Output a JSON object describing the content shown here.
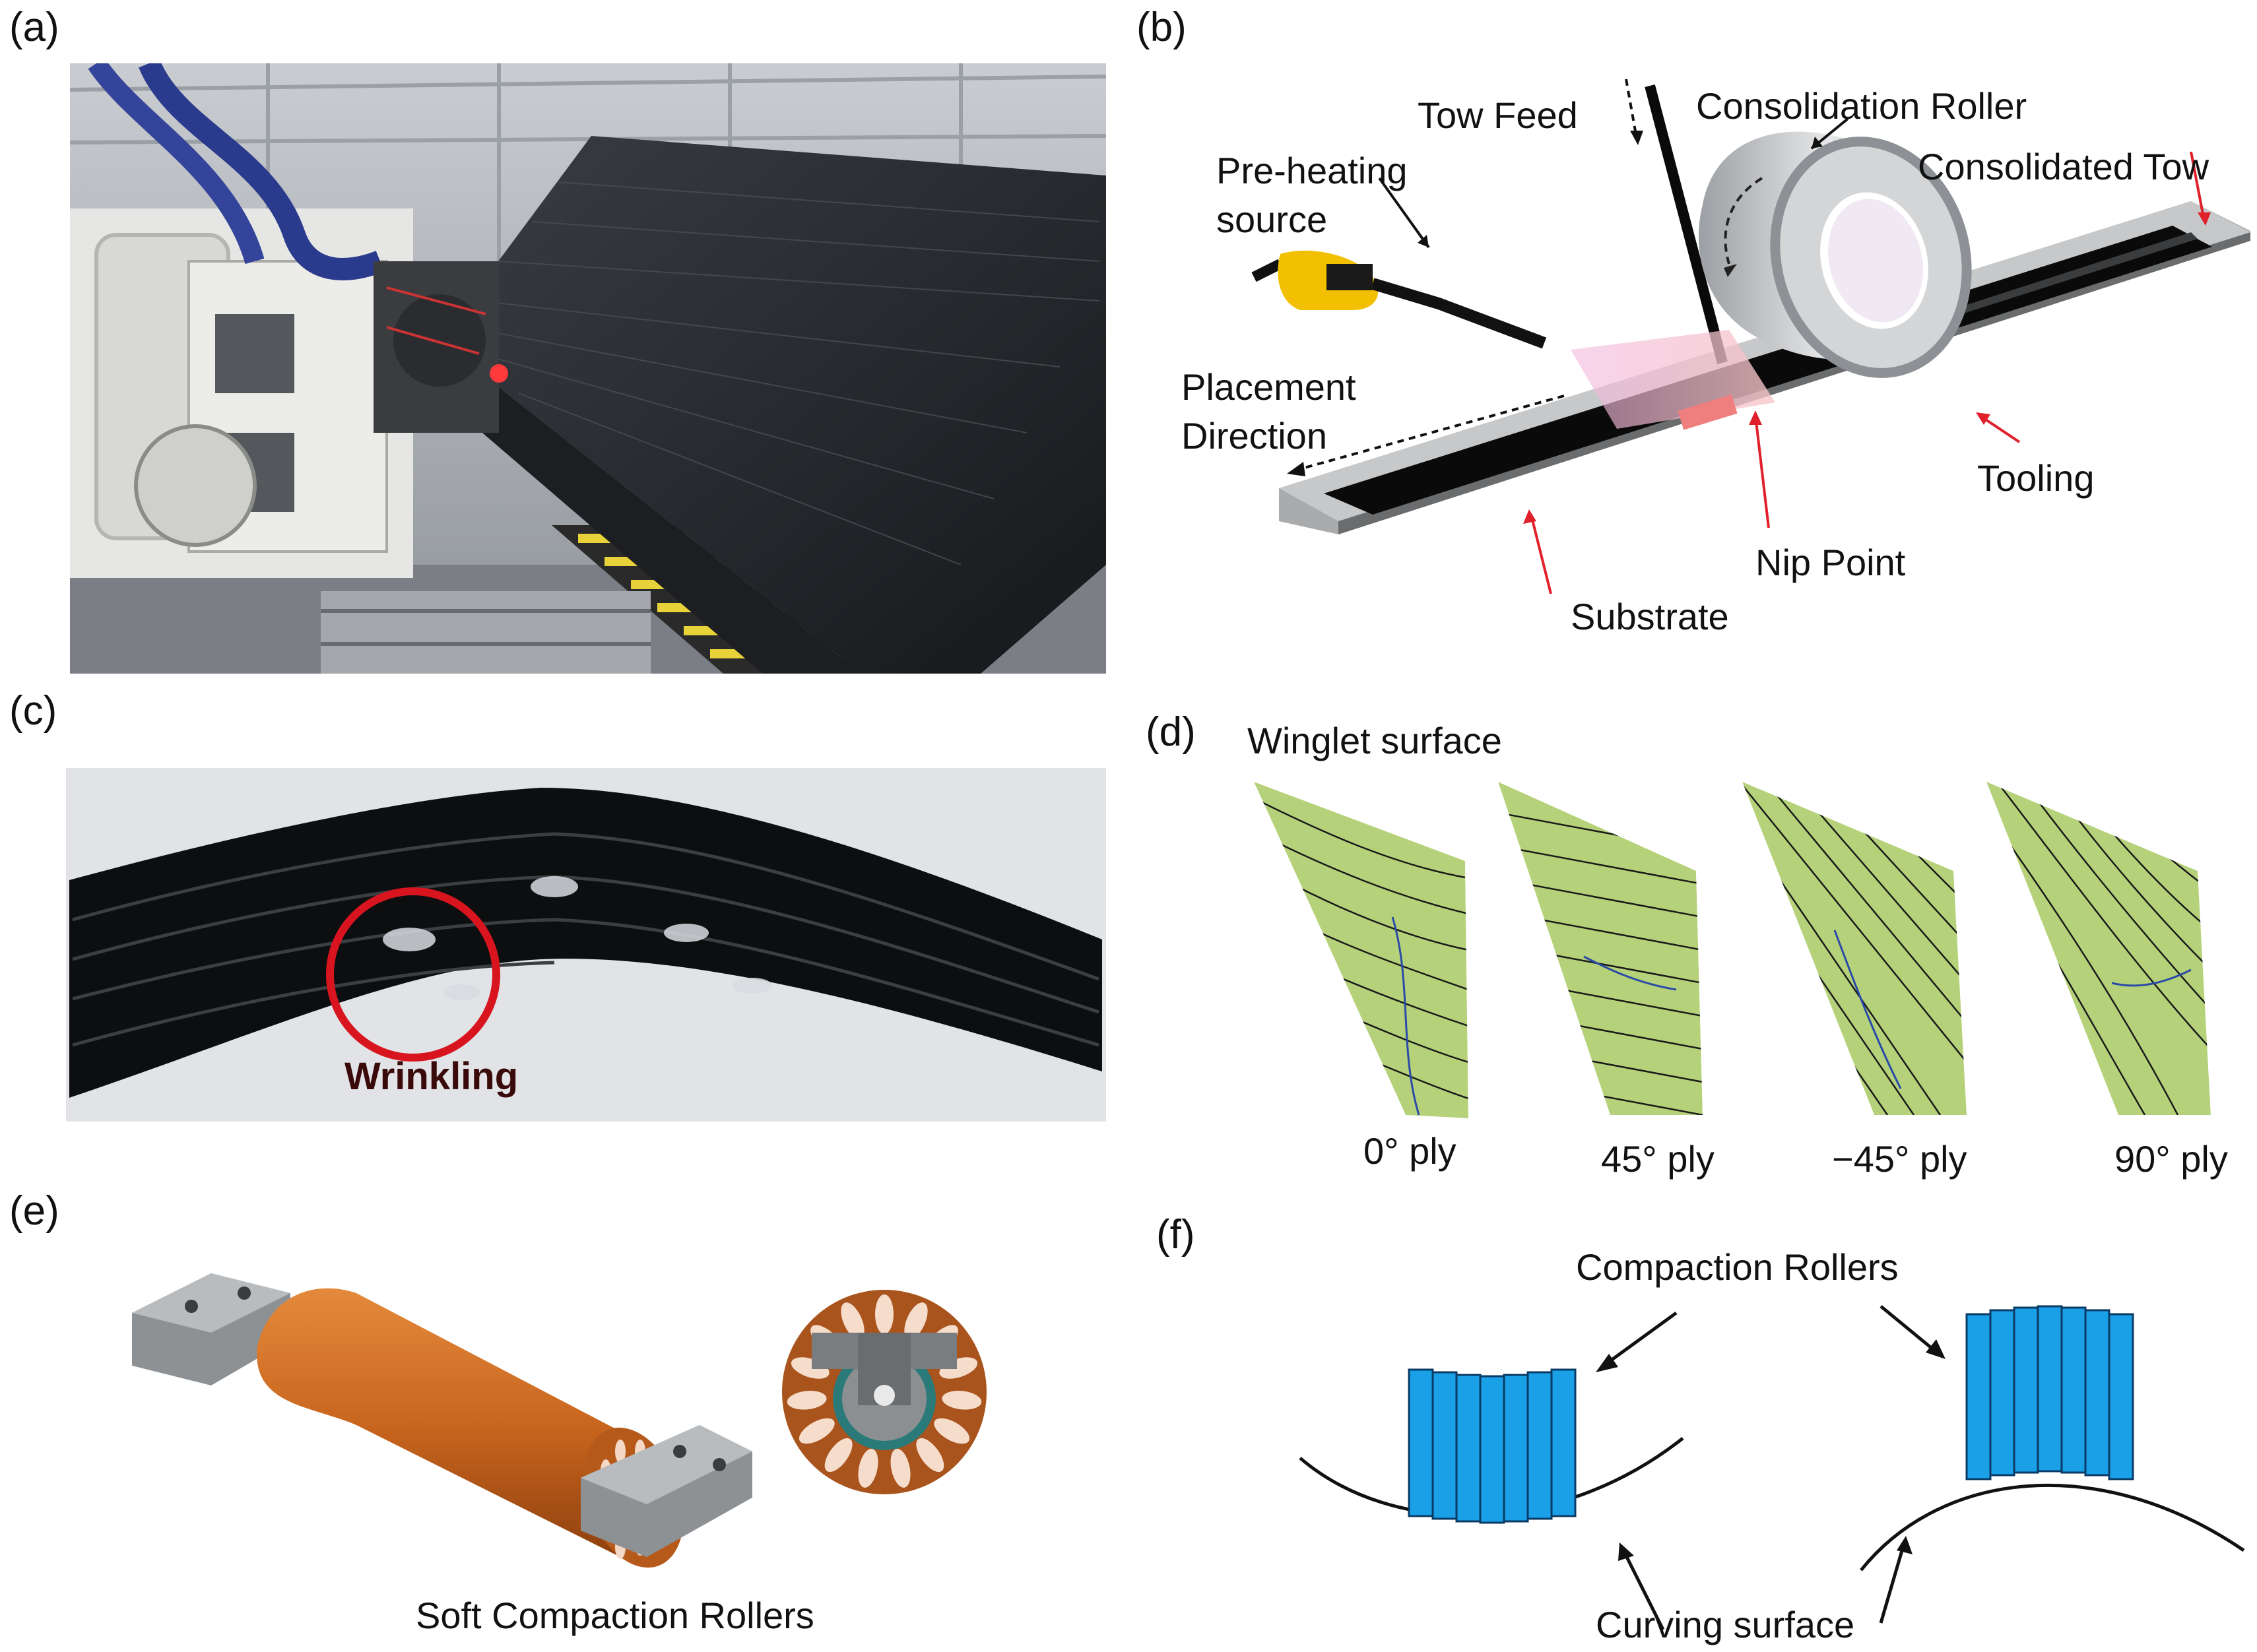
{
  "panels": {
    "a": {
      "letter": "(a)"
    },
    "b": {
      "letter": "(b)",
      "labels": {
        "tow_feed": "Tow Feed",
        "consolidation_roller": "Consolidation Roller",
        "pre_heating_1": "Pre-heating",
        "pre_heating_2": "source",
        "consolidated_tow": "Consolidated Tow",
        "placement_1": "Placement",
        "placement_2": "Direction",
        "tooling": "Tooling",
        "nip_point": "Nip Point",
        "substrate": "Substrate"
      }
    },
    "c": {
      "letter": "(c)",
      "wrinkling": "Wrinkling"
    },
    "d": {
      "letter": "(d)",
      "title": "Winglet surface",
      "plies": [
        "0° ply",
        "45° ply",
        "−45° ply",
        "90° ply"
      ]
    },
    "e": {
      "letter": "(e)",
      "caption": "Soft Compaction Rollers"
    },
    "f": {
      "letter": "(f)",
      "compaction_rollers": "Compaction Rollers",
      "curving_surface": "Curving surface"
    }
  },
  "colors": {
    "tooling_black": "#0a0a0a",
    "roller_blue": "#1aa0e6",
    "roller_orange": "#c8651e",
    "ply_green": "#b5d27a",
    "wrinkle_red": "#d8141e",
    "annotation_red": "#e0202a"
  }
}
